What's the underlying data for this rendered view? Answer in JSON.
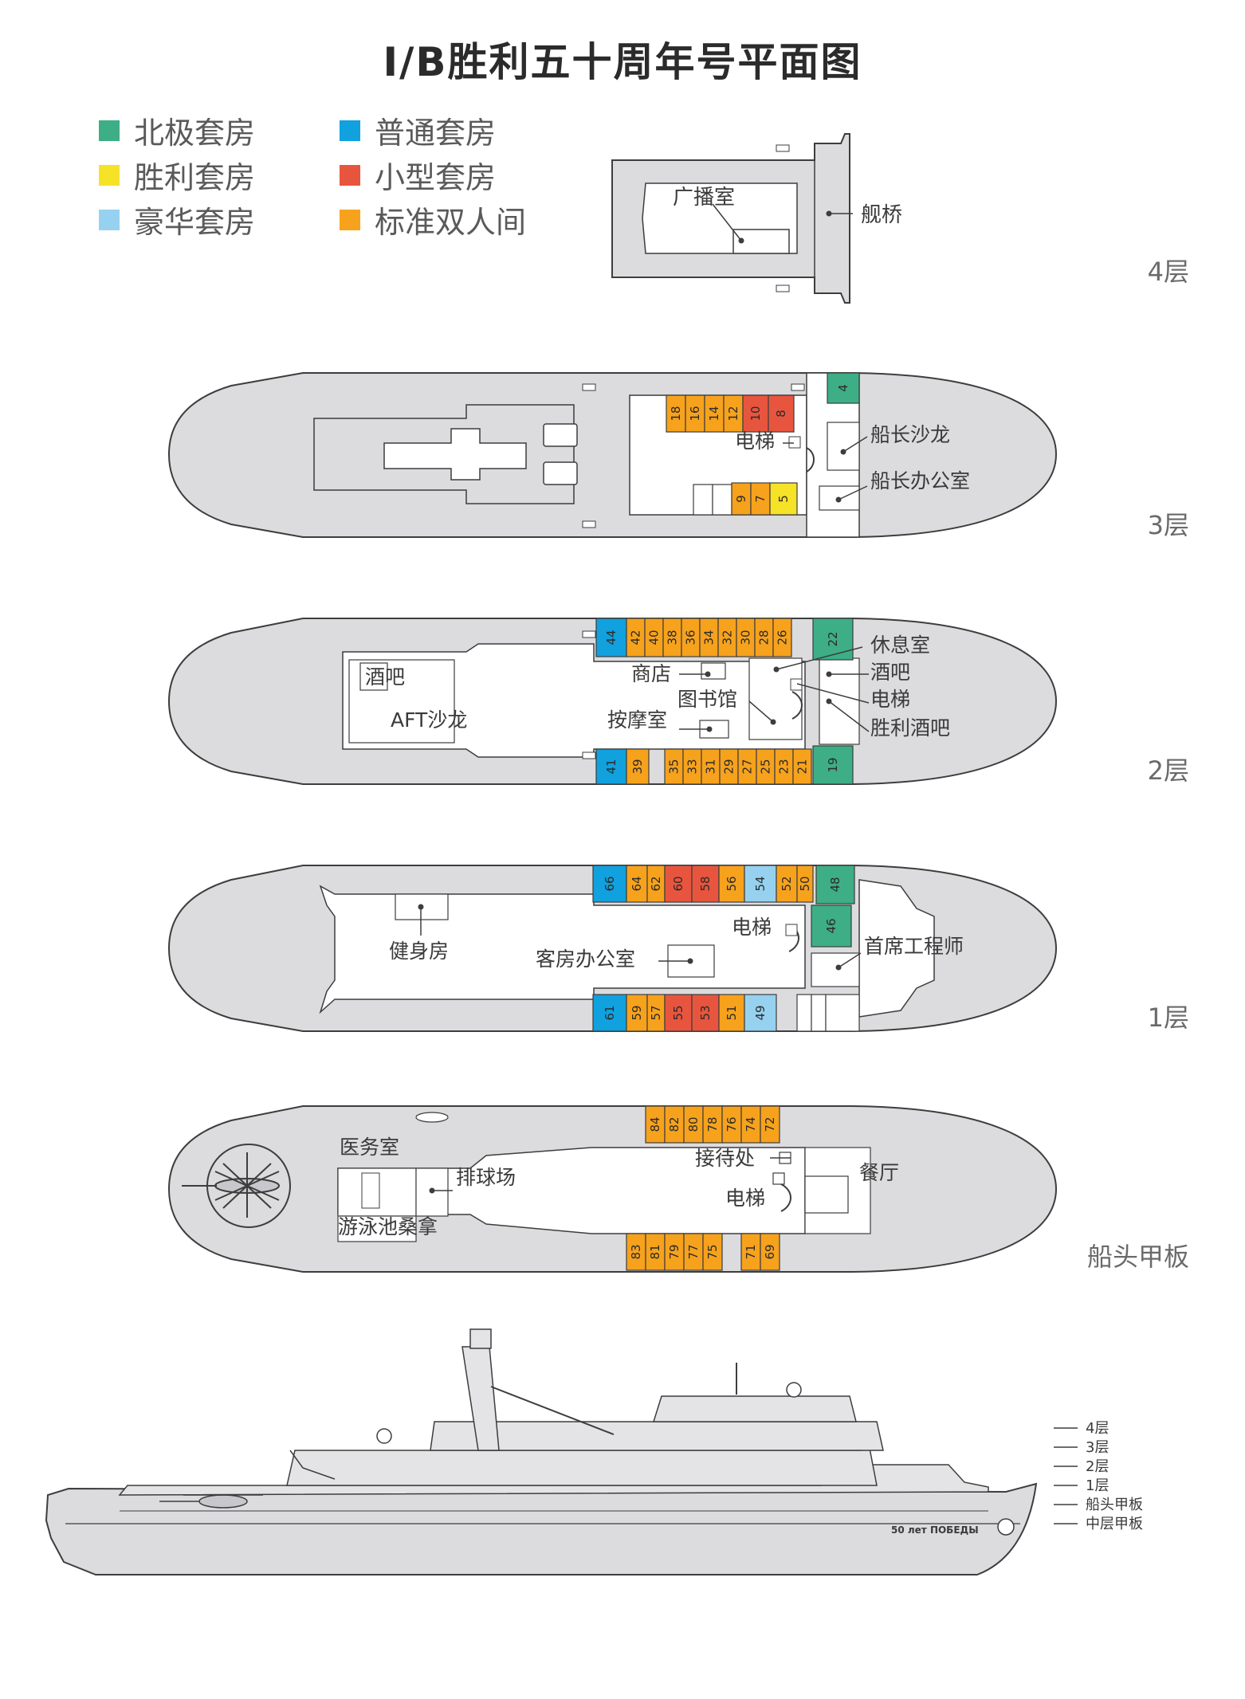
{
  "title": "I/B胜利五十周年号平面图",
  "legend": [
    {
      "label": "北极套房",
      "color": "#3dae86"
    },
    {
      "label": "胜利套房",
      "color": "#f6e227"
    },
    {
      "label": "豪华套房",
      "color": "#96d1f0"
    },
    {
      "label": "普通套房",
      "color": "#10a1de"
    },
    {
      "label": "小型套房",
      "color": "#e8553e"
    },
    {
      "label": "标准双人间",
      "color": "#f7a21c"
    }
  ],
  "colors": {
    "hull": "#dcdcdf",
    "outline": "#3d3d3d",
    "interior": "#ffffff",
    "label": "#3a3a3a",
    "deck_label": "#6a6a6a"
  },
  "decks": {
    "deck4": {
      "name": "4层",
      "labels": {
        "broadcast": "广播室",
        "bridge": "舰桥"
      },
      "cabins": []
    },
    "deck3": {
      "name": "3层",
      "labels": {
        "elevator": "电梯",
        "captain_salon": "船长沙龙",
        "captain_office": "船长办公室"
      },
      "cabins": [
        {
          "no": "18",
          "type": "standard"
        },
        {
          "no": "16",
          "type": "standard"
        },
        {
          "no": "14",
          "type": "standard"
        },
        {
          "no": "12",
          "type": "standard"
        },
        {
          "no": "10",
          "type": "mini"
        },
        {
          "no": "8",
          "type": "mini"
        },
        {
          "no": "4",
          "type": "arctic"
        },
        {
          "no": "9",
          "type": "standard"
        },
        {
          "no": "7",
          "type": "standard"
        },
        {
          "no": "5",
          "type": "victory"
        }
      ]
    },
    "deck2": {
      "name": "2层",
      "labels": {
        "bar_aft": "酒吧",
        "aft_salon": "AFT沙龙",
        "shop": "商店",
        "library": "图书馆",
        "massage": "按摩室",
        "lounge": "休息室",
        "bar": "酒吧",
        "elevator": "电梯",
        "victory_bar": "胜利酒吧"
      },
      "cabins": [
        {
          "no": "44",
          "type": "regular"
        },
        {
          "no": "42",
          "type": "standard"
        },
        {
          "no": "40",
          "type": "standard"
        },
        {
          "no": "38",
          "type": "standard"
        },
        {
          "no": "36",
          "type": "standard"
        },
        {
          "no": "34",
          "type": "standard"
        },
        {
          "no": "32",
          "type": "standard"
        },
        {
          "no": "30",
          "type": "standard"
        },
        {
          "no": "28",
          "type": "standard"
        },
        {
          "no": "26",
          "type": "standard"
        },
        {
          "no": "22",
          "type": "arctic"
        },
        {
          "no": "41",
          "type": "regular"
        },
        {
          "no": "39",
          "type": "standard"
        },
        {
          "no": "35",
          "type": "standard"
        },
        {
          "no": "33",
          "type": "standard"
        },
        {
          "no": "31",
          "type": "standard"
        },
        {
          "no": "29",
          "type": "standard"
        },
        {
          "no": "27",
          "type": "standard"
        },
        {
          "no": "25",
          "type": "standard"
        },
        {
          "no": "23",
          "type": "standard"
        },
        {
          "no": "21",
          "type": "standard"
        },
        {
          "no": "19",
          "type": "arctic"
        }
      ]
    },
    "deck1": {
      "name": "1层",
      "labels": {
        "gym": "健身房",
        "housekeeping": "客房办公室",
        "elevator": "电梯",
        "chief_engineer": "首席工程师"
      },
      "cabins": [
        {
          "no": "66",
          "type": "regular"
        },
        {
          "no": "64",
          "type": "standard"
        },
        {
          "no": "62",
          "type": "standard"
        },
        {
          "no": "60",
          "type": "mini"
        },
        {
          "no": "58",
          "type": "mini"
        },
        {
          "no": "56",
          "type": "standard"
        },
        {
          "no": "54",
          "type": "deluxe"
        },
        {
          "no": "52",
          "type": "standard"
        },
        {
          "no": "50",
          "type": "standard"
        },
        {
          "no": "48",
          "type": "arctic"
        },
        {
          "no": "46",
          "type": "arctic"
        },
        {
          "no": "61",
          "type": "regular"
        },
        {
          "no": "59",
          "type": "standard"
        },
        {
          "no": "57",
          "type": "standard"
        },
        {
          "no": "55",
          "type": "mini"
        },
        {
          "no": "53",
          "type": "mini"
        },
        {
          "no": "51",
          "type": "standard"
        },
        {
          "no": "49",
          "type": "deluxe"
        }
      ]
    },
    "bow": {
      "name": "船头甲板",
      "labels": {
        "medical": "医务室",
        "volleyball": "排球场",
        "pool_sauna": "游泳池桑拿",
        "reception": "接待处",
        "elevator": "电梯",
        "restaurant": "餐厅"
      },
      "cabins": [
        {
          "no": "84",
          "type": "standard"
        },
        {
          "no": "82",
          "type": "standard"
        },
        {
          "no": "80",
          "type": "standard"
        },
        {
          "no": "78",
          "type": "standard"
        },
        {
          "no": "76",
          "type": "standard"
        },
        {
          "no": "74",
          "type": "standard"
        },
        {
          "no": "72",
          "type": "standard"
        },
        {
          "no": "83",
          "type": "standard"
        },
        {
          "no": "81",
          "type": "standard"
        },
        {
          "no": "79",
          "type": "standard"
        },
        {
          "no": "77",
          "type": "standard"
        },
        {
          "no": "75",
          "type": "standard"
        },
        {
          "no": "71",
          "type": "standard"
        },
        {
          "no": "69",
          "type": "standard"
        }
      ]
    }
  },
  "profile": {
    "ship_name": "50 лет ПОБЕДЫ",
    "levels": [
      "4层",
      "3层",
      "2层",
      "1层",
      "船头甲板",
      "中层甲板"
    ]
  }
}
